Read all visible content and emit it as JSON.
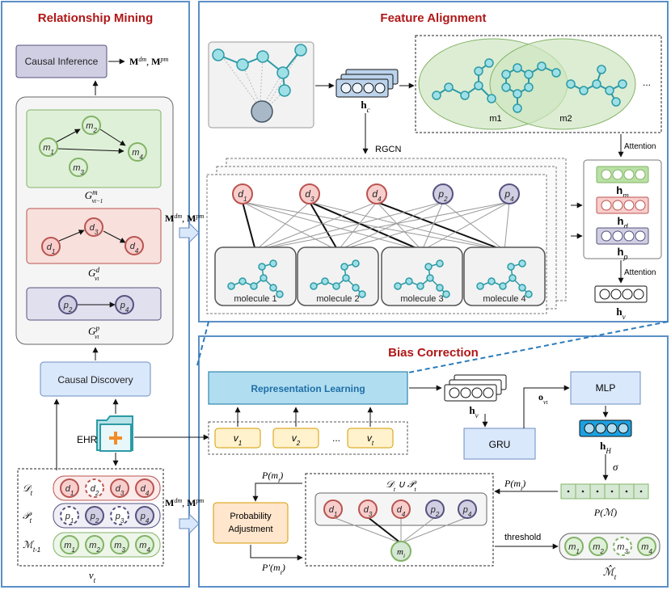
{
  "panels": {
    "relationship_mining": "Relationship Mining",
    "feature_alignment": "Feature Alignment",
    "bias_correction": "Bias Correction"
  },
  "relationship": {
    "causal_inference": "Causal Inference",
    "causal_inference_out": "M^dm, M^pm",
    "causal_discovery": "Causal Discovery",
    "graph_m": {
      "label": "G^m_{v_{t-1}}",
      "nodes": [
        "m1",
        "m2",
        "m3",
        "m4"
      ]
    },
    "graph_d": {
      "label": "G^d_{v_t}",
      "nodes": [
        "d1",
        "d3",
        "d4"
      ]
    },
    "graph_p": {
      "label": "G^p_{v_t}",
      "nodes": [
        "p2",
        "p4"
      ]
    },
    "ehr": "EHR",
    "visit_rows": [
      {
        "label": "D_t",
        "items": [
          "d1",
          "d2",
          "d3",
          "d4"
        ]
      },
      {
        "label": "P_t",
        "items": [
          "p1",
          "p2",
          "p3",
          "p4"
        ]
      },
      {
        "label": "M_{t-1}",
        "items": [
          "m1",
          "m2",
          "m3",
          "m4"
        ]
      }
    ],
    "visit_label": "v_t"
  },
  "feature": {
    "h_c": "h_c",
    "rgcn": "RGCN",
    "mdm_mpm": "M^dm, M^pm",
    "m1": "m1",
    "m2": "m2",
    "ellipsis": "...",
    "diag_nodes": [
      "d1",
      "d3",
      "d4",
      "p2",
      "p4"
    ],
    "molecules": [
      "molecule 1",
      "molecule 2",
      "molecule 3",
      "molecule 4"
    ],
    "attention": "Attention",
    "h_m": "h_m",
    "h_d": "h_d",
    "h_p": "h_p",
    "h_v": "h_v"
  },
  "bias": {
    "rep_learning": "Representation Learning",
    "visits": [
      "v1",
      "v2",
      "...",
      "vt"
    ],
    "h_v": "h_v",
    "gru": "GRU",
    "o_vt": "o_vt",
    "mlp": "MLP",
    "h_H": "h_H",
    "sigma": "σ",
    "P_M": "P(M)",
    "P_mi": "P(m_i)",
    "P_mi_right": "P(m_i)",
    "P_prime": "P'(m_i)",
    "mdm_mpm": "M^dm, M^pm",
    "prob_adj": [
      "Probability",
      "Adjustment"
    ],
    "union": "D_t ∪ P_t",
    "union_nodes": [
      "d1",
      "d3",
      "d4",
      "p2",
      "p4"
    ],
    "mi": "m_i",
    "threshold": "threshold",
    "result_nodes": [
      "m1",
      "m2",
      "m3",
      "m4"
    ],
    "result_label": "M_t"
  },
  "colors": {
    "title_red": "#b01717",
    "panel_blue": "#5b8fc7",
    "green_fill": "#dff0d8",
    "green_stroke": "#82b366",
    "red_fill": "#f8cecc",
    "red_stroke": "#b85450",
    "purple_fill": "#d0cee2",
    "purple_stroke": "#56517e",
    "teal": "#2c9aa6",
    "blue_box": "#dae8fc",
    "blue_stroke": "#6c8ebf",
    "orange": "#ffe6cc",
    "orange_stroke": "#d79b00",
    "yellow": "#fff2cc"
  }
}
